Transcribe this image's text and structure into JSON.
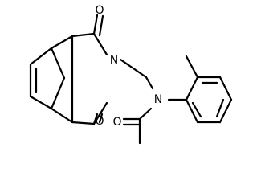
{
  "diagram_type": "chemical-structure",
  "atom_labels": {
    "ketone_oxygen_top": "O",
    "ketone_oxygen_bottom": "O",
    "imide_nitrogen": "N",
    "amide_nitrogen": "N",
    "acetyl_oxygen": "O"
  }
}
